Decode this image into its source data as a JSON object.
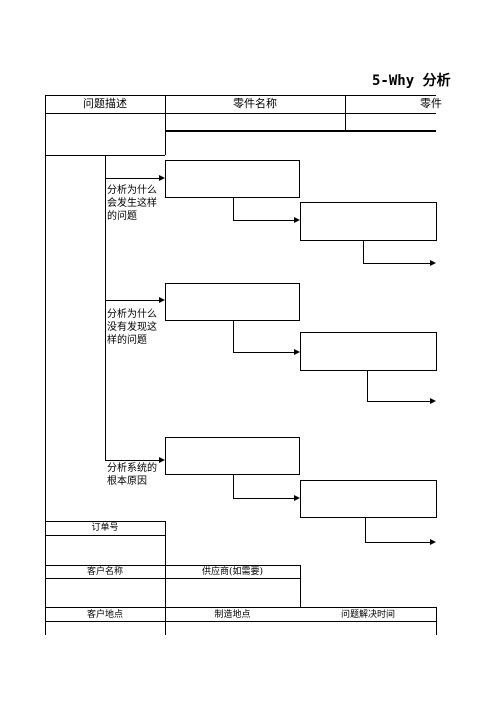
{
  "title": "5-Why 分析",
  "header": {
    "problem_description": "问题描述",
    "part_name": "零件名称",
    "part_number": "零件"
  },
  "sections": [
    {
      "label": "分析为什么\n会发生这样\n的问题"
    },
    {
      "label": "分析为什么\n没有发现这\n样的问题"
    },
    {
      "label": "分析系统的\n根本原因"
    }
  ],
  "footer": {
    "order_number": "订单号",
    "customer_name": "客户名称",
    "supplier": "供应商(如需要)",
    "customer_location": "客户地点",
    "manufacturing_location": "制造地点",
    "resolution_time": "问题解决时间"
  }
}
